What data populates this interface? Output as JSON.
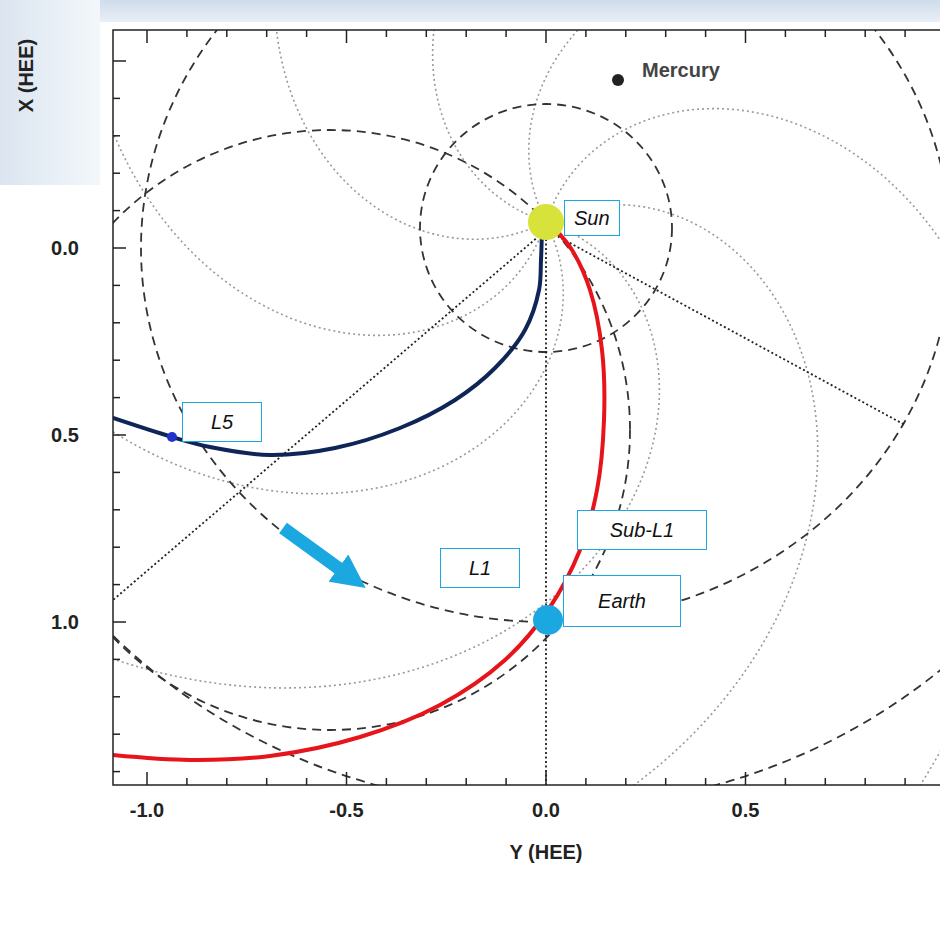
{
  "diagram": {
    "nodes": [
      {
        "text": [
          "Sun"
        ]
      },
      {
        "text": [
          "L5"
        ]
      },
      {
        "text": [
          "Sub-L1"
        ]
      },
      {
        "text": [
          "L1"
        ]
      },
      {
        "text": [
          "Earth"
        ]
      }
    ],
    "labels": [
      "Mercury",
      "X (HEE)",
      "0.0",
      "0.5",
      "1.0",
      "-1.0",
      "-0.5",
      "0.0",
      "0.5",
      "Y (HEE)"
    ]
  }
}
